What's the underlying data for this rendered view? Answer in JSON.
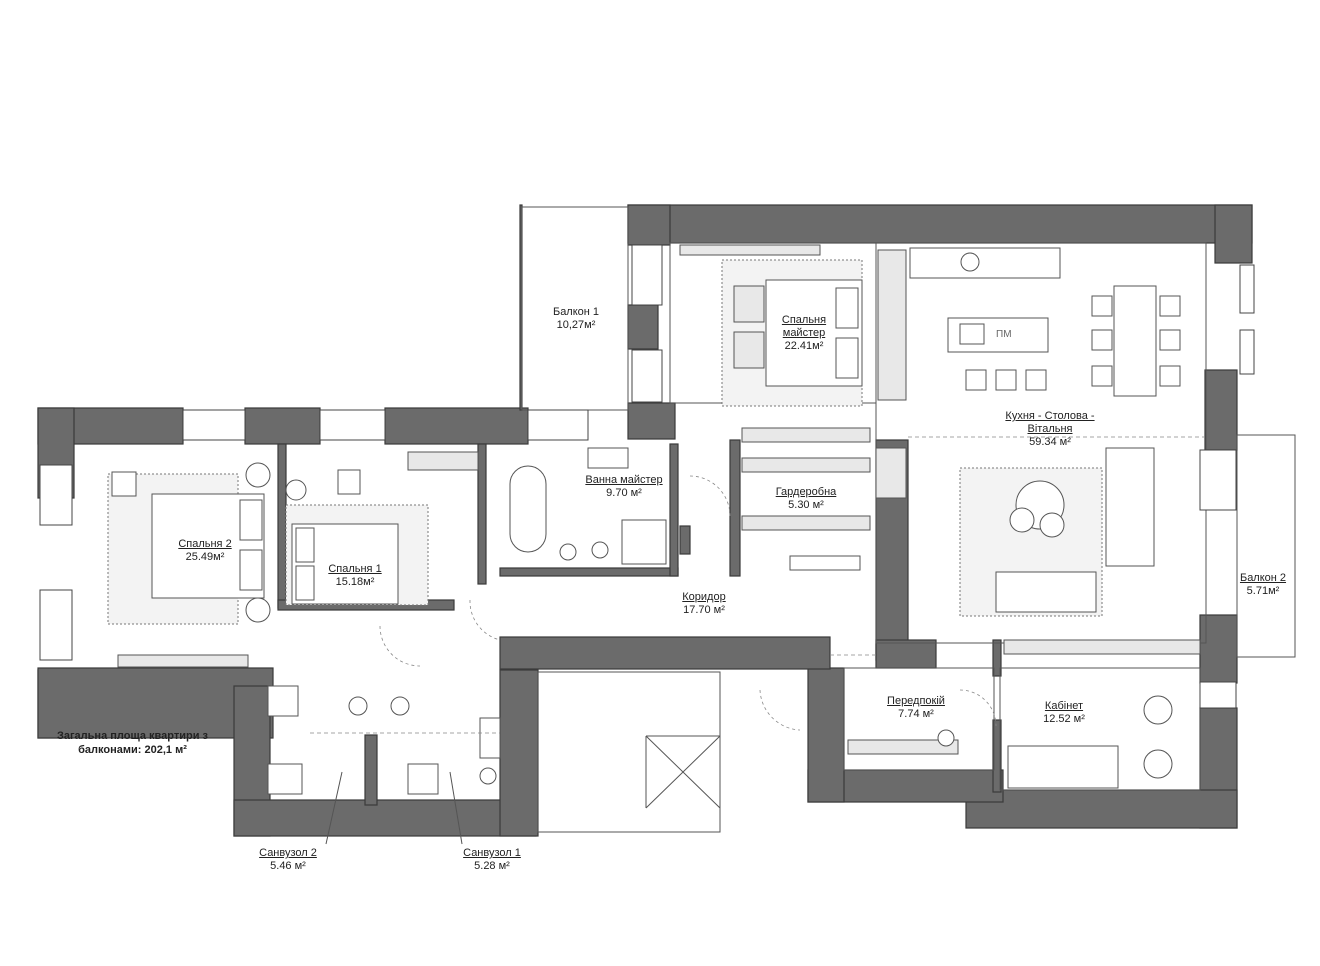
{
  "rooms": [
    {
      "id": "balcony-1",
      "name": "Балкон 1",
      "area": "10,27м²"
    },
    {
      "id": "bedroom-master",
      "name": "Спальня майстер",
      "area": "22.41м²"
    },
    {
      "id": "kitchen-living",
      "name": "Кухня - Столова - Вітальня",
      "area": "59.34 м²"
    },
    {
      "id": "bedroom-2",
      "name": "Спальня 2",
      "area": "25.49м²"
    },
    {
      "id": "bedroom-1",
      "name": "Спальня 1",
      "area": "15.18м²"
    },
    {
      "id": "bath-master",
      "name": "Ванна майстер",
      "area": "9.70 м²"
    },
    {
      "id": "wardrobe",
      "name": "Гардеробна",
      "area": "5.30 м²"
    },
    {
      "id": "balcony-2",
      "name": "Балкон 2",
      "area": "5.71м²"
    },
    {
      "id": "corridor",
      "name": "Коридор",
      "area": "17.70 м²"
    },
    {
      "id": "hall",
      "name": "Передпокій",
      "area": "7.74 м²"
    },
    {
      "id": "office",
      "name": "Кабінет",
      "area": "12.52 м²"
    },
    {
      "id": "wc-2",
      "name": "Санвузол 2",
      "area": "5.46 м²"
    },
    {
      "id": "wc-1",
      "name": "Санвузол 1",
      "area": "5.28 м²"
    }
  ],
  "total_area_line1": "Загальна площа квартири з",
  "total_area_line2": "балконами: 202,1 м²",
  "kitchen_island_label": "ПМ"
}
